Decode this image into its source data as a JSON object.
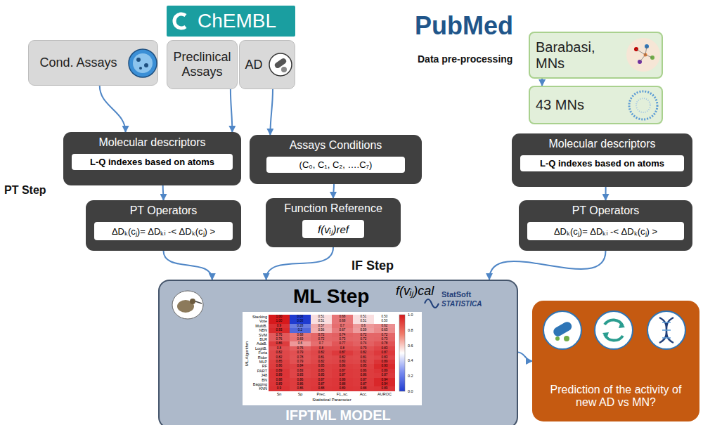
{
  "diagram": {
    "nodes": [
      {
        "text": [
          "ChEMBL"
        ]
      },
      {
        "text": [
          "Cond. Assays"
        ]
      },
      {
        "text": [
          "Preclinical Assays"
        ]
      },
      {
        "text": [
          "AD"
        ]
      },
      {
        "text": [
          "Barabasi, MNs"
        ]
      },
      {
        "text": [
          "43 MNs"
        ]
      },
      {
        "text": [
          "Molecular descriptors"
        ]
      },
      {
        "text": [
          "L-Q indexes based on atoms"
        ],
        "in": 6
      },
      {
        "text": [
          "Assays Conditions"
        ]
      },
      {
        "text": [
          "(C₀, C₁, C₂, ….C₇)"
        ],
        "in": 8
      },
      {
        "text": [
          "Molecular descriptors"
        ]
      },
      {
        "text": [
          "L-Q indexes based on atoms"
        ],
        "in": 10
      },
      {
        "text": [
          "PT Operators"
        ]
      },
      {
        "text": [
          "ΔDₖ(cⱼ)= ΔDₖᵢ -< ΔDₖ(cⱼ) >"
        ],
        "in": 12
      },
      {
        "text": [
          "Function Reference"
        ]
      },
      {
        "text": [
          "f(vᵢⱼ)ref"
        ],
        "in": 14
      },
      {
        "text": [
          "PT Operators"
        ]
      },
      {
        "text": [
          "ΔDₖ(cⱼ)= ΔDₖᵢ -< ΔDₖ(cⱼ) >"
        ],
        "in": 16
      },
      {
        "text": [
          "ML Step",
          "f(vᵢⱼ)cal",
          "IFPTML MODEL"
        ]
      },
      {
        "text": [
          "Prediction of the activity of new AD vs MN?"
        ]
      }
    ],
    "edges": [
      {
        "from": 1,
        "to": 6,
        "arrow": "to"
      },
      {
        "from": 2,
        "to": 6,
        "arrow": "to"
      },
      {
        "from": 3,
        "to": 8,
        "arrow": "to"
      },
      {
        "from": 4,
        "to": 5,
        "arrow": "to"
      },
      {
        "from": 6,
        "to": 12,
        "arrow": "to"
      },
      {
        "from": 8,
        "to": 14,
        "arrow": "to"
      },
      {
        "from": 10,
        "to": 16,
        "arrow": "to"
      },
      {
        "from": 12,
        "to": 18,
        "arrow": "to"
      },
      {
        "from": 14,
        "to": 18,
        "arrow": "to"
      },
      {
        "from": 16,
        "to": 18,
        "arrow": "to"
      },
      {
        "from": 18,
        "to": 19,
        "arrow": "to"
      }
    ],
    "labels": [
      "PubMed",
      "Data pre-processing",
      "PT Step",
      "IF Step",
      "StatSoft",
      "STATISTICA",
      "Stacking",
      "Vote",
      "MultiB.",
      "NBN",
      "SVM",
      "BLR",
      "AdaB.",
      "LogitB.",
      "Furia",
      "Ridor",
      "MLP",
      "RF",
      "PART",
      "J48",
      "BN",
      "Bagging",
      "KNN",
      "Sn",
      "Sp",
      "Prec.",
      "F1_sc.",
      "Acc.",
      "AUROC",
      "Statistical Parameter",
      "ML Algorithm",
      "1.0",
      "0.8",
      "0.6",
      "0.4",
      "0.2",
      "0.0",
      "1.00",
      "0.00",
      "0.51",
      "0.68",
      "0.51",
      "0.50",
      "1.00",
      "0.00",
      "0.51",
      "0.68",
      "0.51",
      "0.50",
      "0.9",
      "0.28",
      "0.57",
      "0.7",
      "0.6",
      "0.62",
      "0.93",
      "0.2",
      "0.56",
      "0.67",
      "0.59",
      "0.63",
      "0.76",
      "0.68",
      "0.72",
      "0.74",
      "0.72",
      "0.72",
      "0.76",
      "0.69",
      "0.72",
      "0.73",
      "0.72",
      "0.73",
      "0.86",
      "0.6",
      "0.7",
      "0.77",
      "0.74",
      "0.78",
      "0.8",
      "0.75",
      "0.8",
      "0.8",
      "0.79",
      "0.83",
      "0.82",
      "0.79",
      "0.82",
      "0.87",
      "0.82",
      "0.87",
      "0.82",
      "0.78",
      "0.81",
      "0.82",
      "0.81",
      "0.83",
      "0.85",
      "0.79",
      "0.82",
      "0.83",
      "0.82",
      "0.89",
      "0.86",
      "0.84",
      "0.85",
      "0.86",
      "0.85",
      "0.93",
      "0.89",
      "0.83",
      "0.85",
      "0.87",
      "0.86",
      "0.89",
      "0.89",
      "0.83",
      "0.85",
      "0.87",
      "0.86",
      "0.87",
      "0.88",
      "0.86",
      "0.87",
      "0.88",
      "0.87",
      "0.94",
      "0.89",
      "0.86",
      "0.87",
      "0.88",
      "0.87",
      "0.94",
      "0.9",
      "0.86",
      "0.88",
      "0.89",
      "0.88",
      "0.89"
    ]
  }
}
